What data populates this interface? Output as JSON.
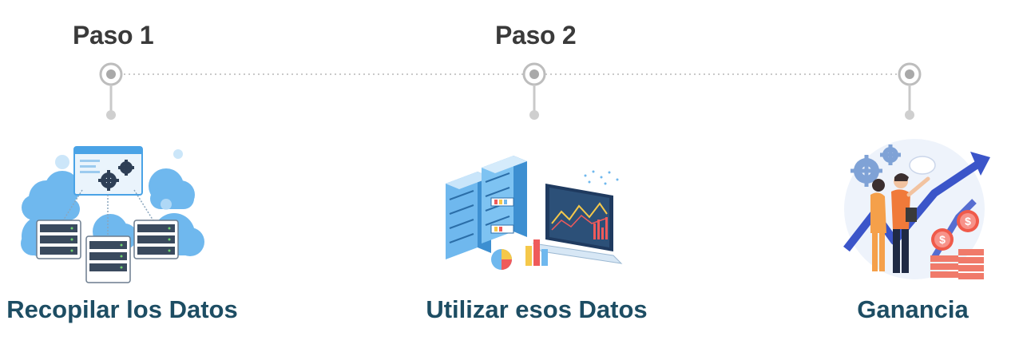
{
  "timeline": {
    "steps": [
      {
        "step_label": "Paso 1",
        "caption": "Recopilar los Datos",
        "illustration": "cloud-server-network-illustration"
      },
      {
        "step_label": "Paso 2",
        "caption": "Utilizar esos Datos",
        "illustration": "data-analytics-servers-illustration"
      },
      {
        "step_label": "",
        "caption": "Ganancia",
        "illustration": "business-growth-profit-illustration"
      }
    ],
    "colors": {
      "line": "#c9c9c9",
      "node": "#bdbdbd",
      "step_text": "#3a3a3a",
      "caption_text": "#1d4d63",
      "accent_blue": "#4aa3e6",
      "accent_red": "#ef5a5a",
      "accent_orange": "#f5a04a"
    }
  }
}
